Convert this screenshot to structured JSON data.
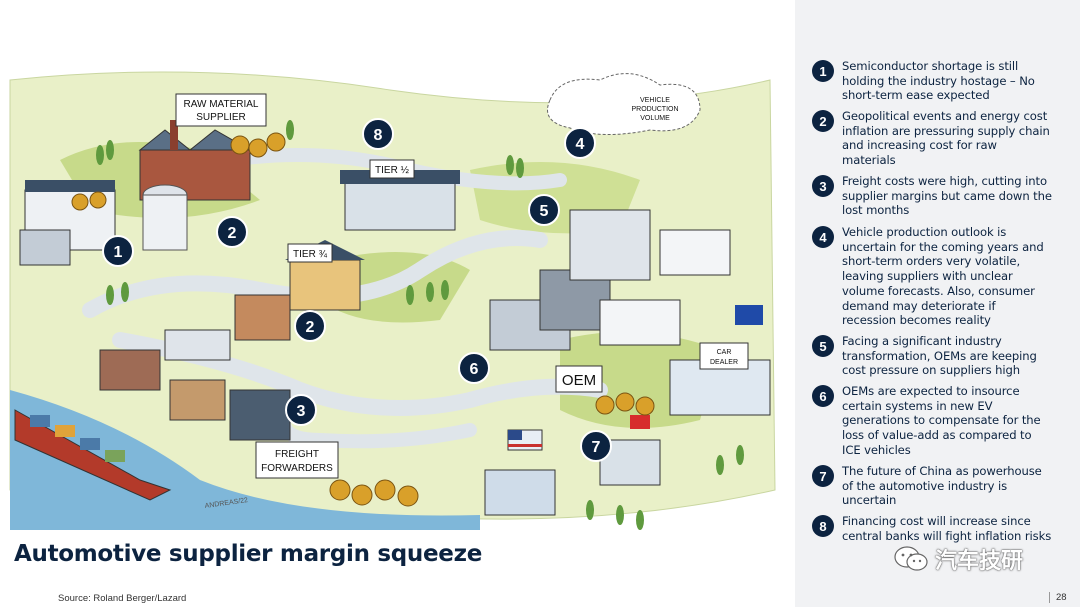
{
  "title": "Automotive supplier margin squeeze",
  "source": "Source: Roland Berger/Lazard",
  "page_number": "28",
  "watermark": "汽车技研",
  "illustration": {
    "labels": {
      "raw_material": "RAW MATERIAL SUPPLIER",
      "tier12": "TIER ½",
      "tier34": "TIER ¾",
      "vehicle_volume": "VEHICLE PRODUCTION VOLUME",
      "oem": "OEM",
      "car_dealer": "CAR DEALER",
      "freight": "FREIGHT FORWARDERS",
      "signature": "ANDREAS/22"
    },
    "markers": [
      "1",
      "2",
      "3",
      "4",
      "5",
      "6",
      "7",
      "8"
    ]
  },
  "items": [
    {
      "number": "1",
      "text": "Semiconductor shortage is still holding the industry hostage – No short-term ease expected"
    },
    {
      "number": "2",
      "text": "Geopolitical events and energy cost inflation are pressuring supply chain and increasing cost for raw materials"
    },
    {
      "number": "3",
      "text": "Freight costs were high, cutting into supplier margins but came down the lost months"
    },
    {
      "number": "4",
      "text": "Vehicle production outlook is uncertain for the coming years and short-term orders very volatile, leaving suppliers with unclear volume forecasts. Also, consumer demand may deteriorate if recession becomes reality"
    },
    {
      "number": "5",
      "text": "Facing a significant industry transformation, OEMs are keeping cost pressure on suppliers high"
    },
    {
      "number": "6",
      "text": "OEMs are expected to insource certain systems in new EV generations to compensate for the loss of value-add as compared to ICE vehicles"
    },
    {
      "number": "7",
      "text": "The future of China as powerhouse of the automotive industry is uncertain"
    },
    {
      "number": "8",
      "text": "Financing cost will increase since central banks will fight inflation risks"
    }
  ]
}
